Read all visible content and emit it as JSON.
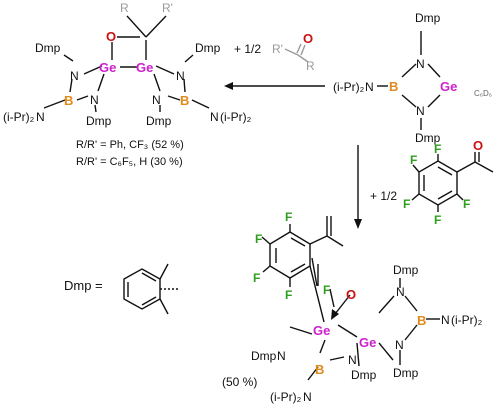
{
  "colors": {
    "germanium": "#cc22cc",
    "boron": "#e08a1e",
    "nitrogen": "#1a2a9a",
    "oxygen": "#cc1111",
    "fluorine": "#2e9e1e",
    "carbonyl_grey": "#9a9a9a",
    "text": "#111111"
  },
  "atoms": {
    "ge": "Ge",
    "b": "B",
    "n": "N",
    "o": "O",
    "f": "F",
    "r": "R",
    "r_prime": "R'",
    "dmp": "Dmp",
    "ipr2": "(i-Pr)₂"
  },
  "reagent_top": {
    "coefficient": "+ 1/2",
    "r_prime": "R'",
    "r": "R",
    "o": "O"
  },
  "reagent_bottom": {
    "coefficient": "+ 1/2"
  },
  "substituent_lines": [
    "R/R' = Ph, CF₃ (52 %)",
    "R/R' = C₆F₅, H (30 %)"
  ],
  "legend": {
    "label": "Dmp ="
  },
  "yield_bottom": "(50 %)",
  "partial_label": "C₆D₆"
}
